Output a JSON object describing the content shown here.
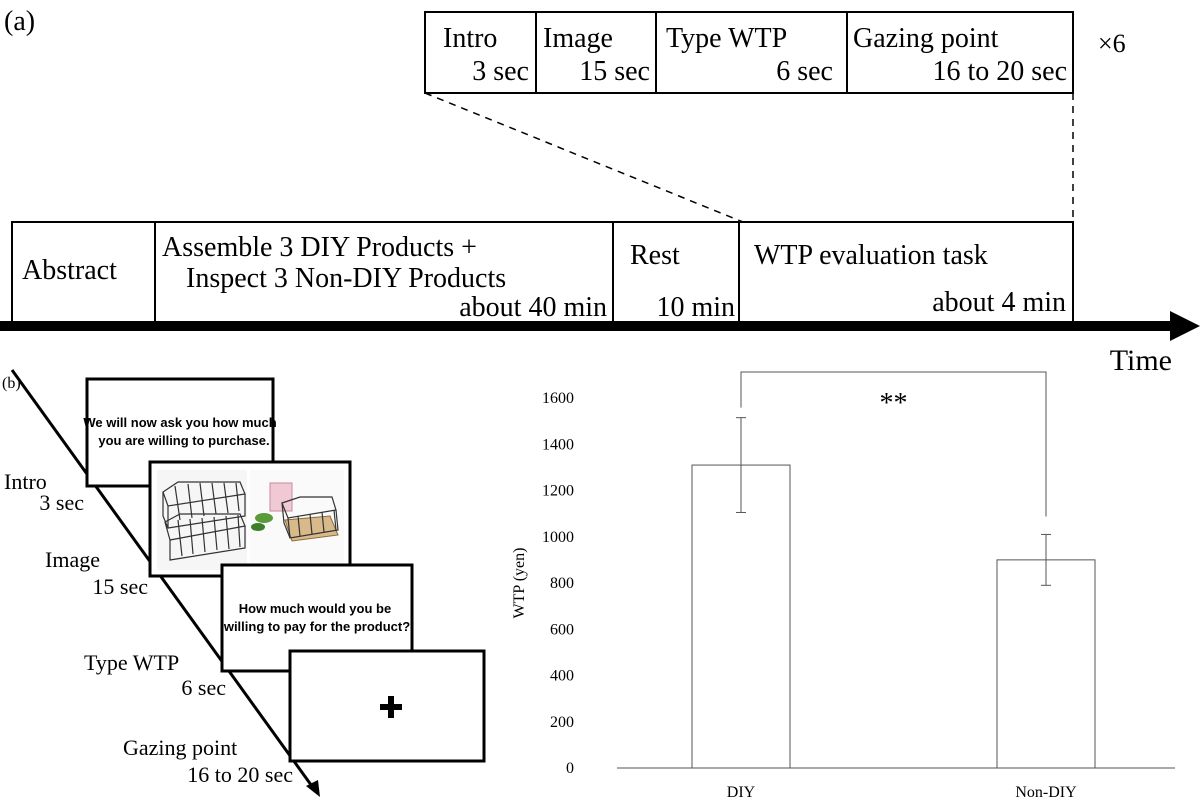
{
  "panel_a": {
    "label": "(a)",
    "detail_blocks": [
      {
        "name": "Intro",
        "duration": "3 sec"
      },
      {
        "name": "Image",
        "duration": "15 sec"
      },
      {
        "name": "Type WTP",
        "duration": "6 sec"
      },
      {
        "name": "Gazing point",
        "duration": "16 to 20 sec"
      }
    ],
    "repeat": "×6",
    "timeline": [
      {
        "line1": "Abstract"
      },
      {
        "line1": "Assemble 3 DIY Products +",
        "line2": "Inspect 3 Non-DIY Products",
        "duration": "about 40 min"
      },
      {
        "line1": "Rest",
        "duration": "10 min"
      },
      {
        "line1": "WTP evaluation task",
        "duration": "about 4 min"
      }
    ],
    "axis_label": "Time"
  },
  "panel_b": {
    "label": "(b)",
    "screens": {
      "intro_text_1": "We will now ask you how much",
      "intro_text_2": "you are willing to purchase.",
      "wtp_text_1": "How much would you be",
      "wtp_text_2": "willing to pay for the product?",
      "fixation": "+"
    },
    "steps": [
      {
        "name": "Intro",
        "duration": "3 sec"
      },
      {
        "name": "Image",
        "duration": "15 sec"
      },
      {
        "name": "Type WTP",
        "duration": "6 sec"
      },
      {
        "name": "Gazing point",
        "duration": "16 to 20 sec"
      }
    ]
  },
  "chart_data": {
    "type": "bar",
    "categories": [
      "DIY",
      "Non-DIY"
    ],
    "values": [
      1310,
      900
    ],
    "error": [
      205,
      110
    ],
    "ylabel": "WTP (yen)",
    "ylim": [
      0,
      1600
    ],
    "yticks": [
      "0",
      "200",
      "400",
      "600",
      "800",
      "1000",
      "1200",
      "1400",
      "1600"
    ],
    "significance": "**",
    "colors": {
      "bar_fill": "#ffffff",
      "bar_stroke": "#555555"
    }
  }
}
